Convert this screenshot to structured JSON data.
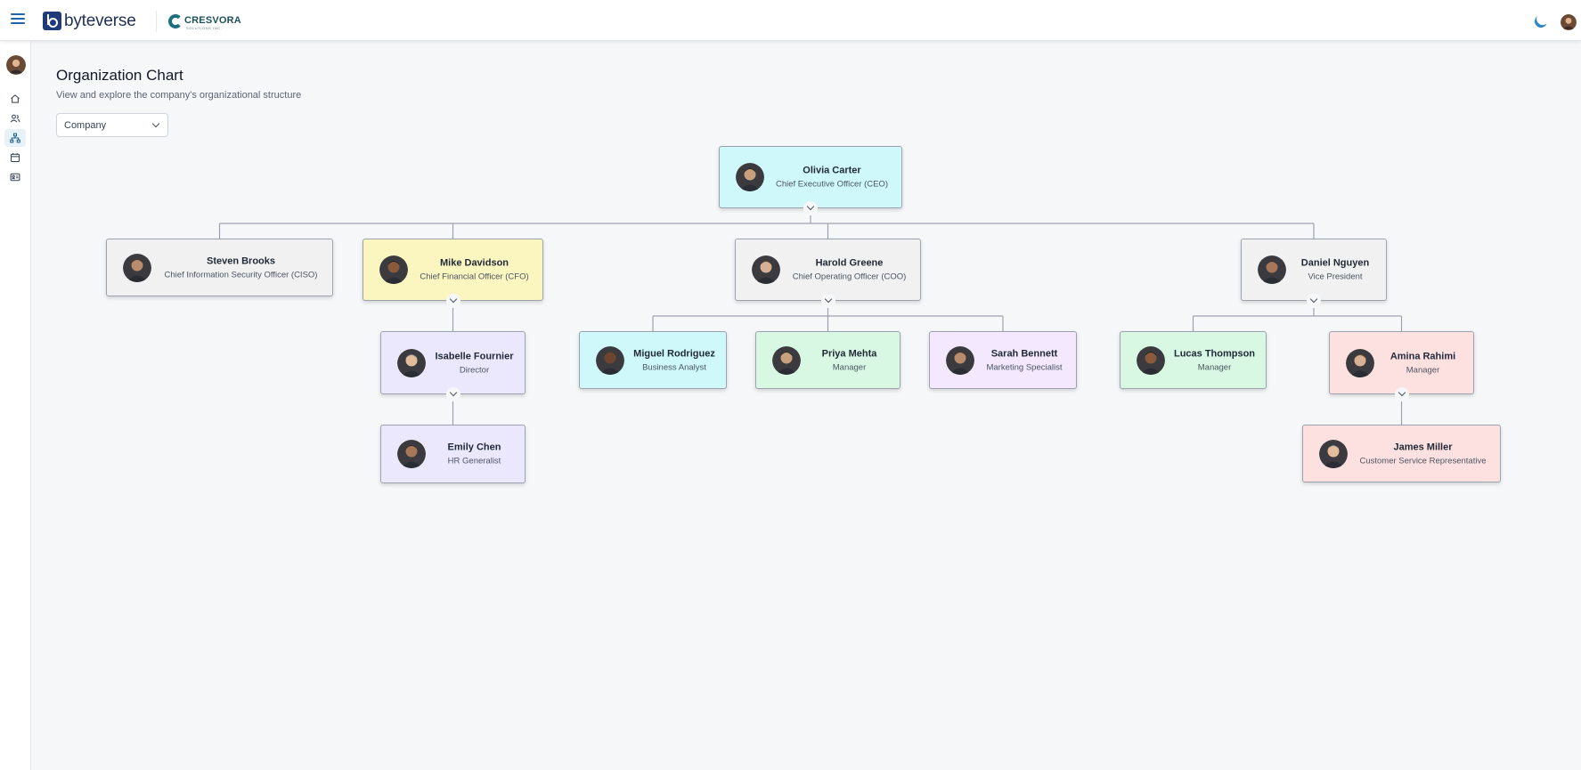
{
  "header": {
    "brand": "byteverse",
    "partner_name": "CRESVORA",
    "partner_tagline": "SOLUTIONS INC.",
    "menu_icon": "hamburger-menu-icon",
    "theme_icon": "moon-icon"
  },
  "sidebar": {
    "items": [
      {
        "icon": "home-icon"
      },
      {
        "icon": "users-icon"
      },
      {
        "icon": "org-chart-icon",
        "active": true
      },
      {
        "icon": "calendar-icon"
      },
      {
        "icon": "id-card-icon"
      }
    ]
  },
  "page": {
    "title": "Organization Chart",
    "subtitle": "View and explore the company's organizational structure"
  },
  "filter": {
    "selected": "Company"
  },
  "colors": {
    "accent": "#2f86c8",
    "cyan": "#cff8fb",
    "gray": "#f1f1f2",
    "yellow": "#fbf5bf",
    "lavender": "#ebe8fd",
    "green": "#d9f8e3",
    "purple": "#f3e8fd",
    "pink": "#fde0e0"
  },
  "org": {
    "nodes": [
      {
        "id": "olivia",
        "name": "Olivia Carter",
        "role": "Chief Executive Officer (CEO)",
        "color": "cyan",
        "parent": null,
        "expandable": true
      },
      {
        "id": "steven",
        "name": "Steven Brooks",
        "role": "Chief Information Security Officer (CISO)",
        "color": "gray",
        "parent": "olivia",
        "expandable": false
      },
      {
        "id": "mike",
        "name": "Mike Davidson",
        "role": "Chief Financial Officer (CFO)",
        "color": "yellow",
        "parent": "olivia",
        "expandable": true
      },
      {
        "id": "harold",
        "name": "Harold Greene",
        "role": "Chief Operating Officer (COO)",
        "color": "gray",
        "parent": "olivia",
        "expandable": true
      },
      {
        "id": "daniel",
        "name": "Daniel Nguyen",
        "role": "Vice President",
        "color": "gray",
        "parent": "olivia",
        "expandable": true
      },
      {
        "id": "isabelle",
        "name": "Isabelle Fournier",
        "role": "Director",
        "color": "lav",
        "parent": "mike",
        "expandable": true
      },
      {
        "id": "miguel",
        "name": "Miguel Rodriguez",
        "role": "Business Analyst",
        "color": "cyan",
        "parent": "harold",
        "expandable": false
      },
      {
        "id": "priya",
        "name": "Priya Mehta",
        "role": "Manager",
        "color": "green",
        "parent": "harold",
        "expandable": false
      },
      {
        "id": "sarah",
        "name": "Sarah Bennett",
        "role": "Marketing Specialist",
        "color": "purple",
        "parent": "harold",
        "expandable": false
      },
      {
        "id": "lucas",
        "name": "Lucas Thompson",
        "role": "Manager",
        "color": "green",
        "parent": "daniel",
        "expandable": false
      },
      {
        "id": "amina",
        "name": "Amina Rahimi",
        "role": "Manager",
        "color": "pink",
        "parent": "daniel",
        "expandable": true
      },
      {
        "id": "emily",
        "name": "Emily Chen",
        "role": "HR Generalist",
        "color": "lav",
        "parent": "isabelle",
        "expandable": false
      },
      {
        "id": "james",
        "name": "James Miller",
        "role": "Customer Service Representative",
        "color": "pink",
        "parent": "amina",
        "expandable": false
      }
    ]
  }
}
